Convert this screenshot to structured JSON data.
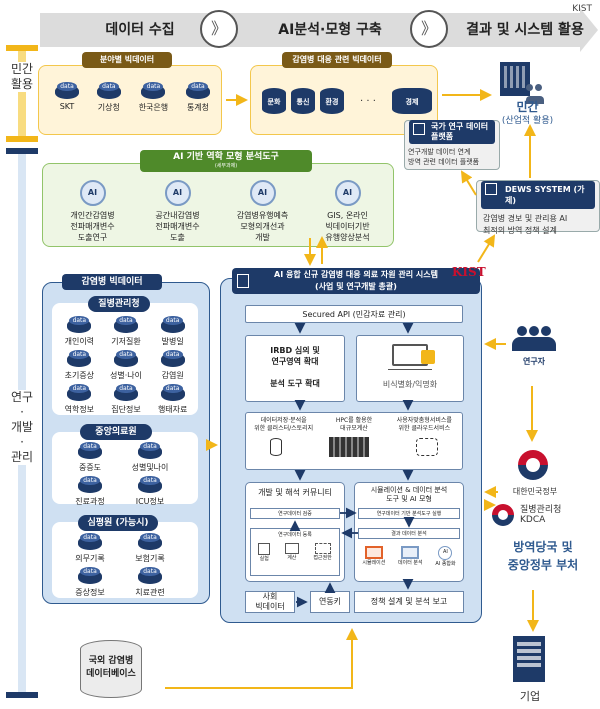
{
  "watermark": "KIST",
  "phases": [
    {
      "label": "데이터 수집"
    },
    {
      "label": "AI분석·모형 구축"
    },
    {
      "label": "결과 및 시스템 활용"
    }
  ],
  "phase_chevron": "》",
  "side_labels": {
    "private_use": "민간\n활용",
    "research": "연구\n·\n개발\n·\n관리"
  },
  "field_bigdata": {
    "title": "분야별 빅데이터",
    "items": [
      "SKT",
      "기상청",
      "한국은행",
      "통계청"
    ]
  },
  "epidemic_bigdata": {
    "title": "감염병 대응 관련 빅데이터",
    "items": [
      "문화",
      "통신",
      "환경",
      "경제"
    ],
    "ellipsis": "· · ·"
  },
  "private_sector": {
    "label": "민간",
    "sublabel": "(산업적 활용)"
  },
  "national_platform": {
    "title": "국가 연구 데이터 플랫폼",
    "body": "연구개발 데이터 연계\n방역 관련 데이터 플랫폼"
  },
  "dews": {
    "title": "DEWS SYSTEM (가제)",
    "body": "감염병 경보 및 관리용 AI\n최적의 방역 정책 설계"
  },
  "ai_tools": {
    "title": "AI 기반 역학 모형 분석도구",
    "subtitle": "(세부과제)",
    "icon_label": "AI",
    "items": [
      "개인간감염병\n전파매개변수\n도출연구",
      "공간내감염병\n전파매개변수\n도출",
      "감염병유행예측\n모형의개선과\n개발",
      "GIS, 온라인\n빅데이터기반\n유행양상분석"
    ]
  },
  "epi_bigdata": {
    "title": "감염병 빅데이터",
    "groups": [
      {
        "title": "질병관리청",
        "items": [
          "개인이력",
          "기저질환",
          "발병일",
          "초기증상",
          "성별·나이",
          "감염원",
          "역학정보",
          "집단정보",
          "행태자료"
        ]
      },
      {
        "title": "중앙의료원",
        "items": [
          "중증도",
          "성별및나이",
          "진료과정",
          "ICU정보"
        ]
      },
      {
        "title": "심평원 (가능시)",
        "items": [
          "의무기록",
          "보험기록",
          "증상정보",
          "치료관련"
        ]
      }
    ]
  },
  "main_system": {
    "title": "AI 융합 신규 감염병 대응 의료 자원 관리 시스템",
    "subtitle": "(사업 및 연구개발 총괄)",
    "logo": "KIST",
    "secured_api": "Secured API (민감자료 관리)",
    "irb": "IRBD 심의 및\n연구영역 확대\n\n분석 도구 확대",
    "anonymize": "비식별화/익명화",
    "infra": [
      "데이터저장·분석을\n위한 클러스터/스토리지",
      "HPC를 활용한\n대규모계산",
      "사용자맞춤형서비스를\n위한 클라우드서비스"
    ],
    "community": {
      "title": "개발 및 해석 커뮤니티",
      "verify": "연구데이터 검증",
      "register": "연구데이터 등록",
      "icons": [
        "실험",
        "계산",
        "접근권한"
      ]
    },
    "simulation": {
      "title": "시뮬레이션 & 데이터 분석\n도구 및 AI 모형",
      "run": "연구데이터 기반 분석도구 실행",
      "result": "결과 데이터 분석",
      "icons": [
        "시뮬레이션",
        "데이터 분석",
        "AI 종합화"
      ]
    },
    "social_bigdata": "사회\n빅데이터",
    "link_key": "연동키",
    "policy_report": "정책 설계 및 분석 보고"
  },
  "researcher": {
    "label": "연구자"
  },
  "government": {
    "label": "대한민국정부"
  },
  "kdca": {
    "name": "질병관리청",
    "abbr": "KDCA"
  },
  "authorities": {
    "label": "방역당국 및\n중앙정부 부처"
  },
  "overseas_db": {
    "label": "국외 감염병\n데이터베이스"
  },
  "company": {
    "label": "기업"
  },
  "colors": {
    "navy": "#1e3a68",
    "arrow_yellow": "#f2b619",
    "brown_tag": "#7a5a17",
    "green_tag": "#4f8a2a",
    "kist_red": "#c8102e"
  }
}
